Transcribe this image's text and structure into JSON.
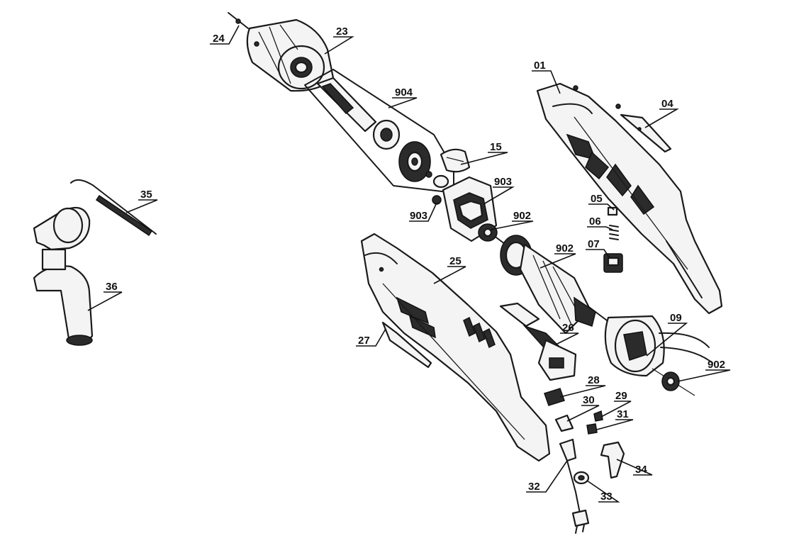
{
  "labels": {
    "p01": "01",
    "p04": "04",
    "p05": "05",
    "p06": "06",
    "p07": "07",
    "p09": "09",
    "p15": "15",
    "p23": "23",
    "p24": "24",
    "p25": "25",
    "p26": "26",
    "p27": "27",
    "p28": "28",
    "p29": "29",
    "p30": "30",
    "p31": "31",
    "p32": "32",
    "p33": "33",
    "p34": "34",
    "p35": "35",
    "p36": "36",
    "p902a": "902",
    "p902b": "902",
    "p902c": "902",
    "p903a": "903",
    "p903b": "903",
    "p904": "904"
  }
}
